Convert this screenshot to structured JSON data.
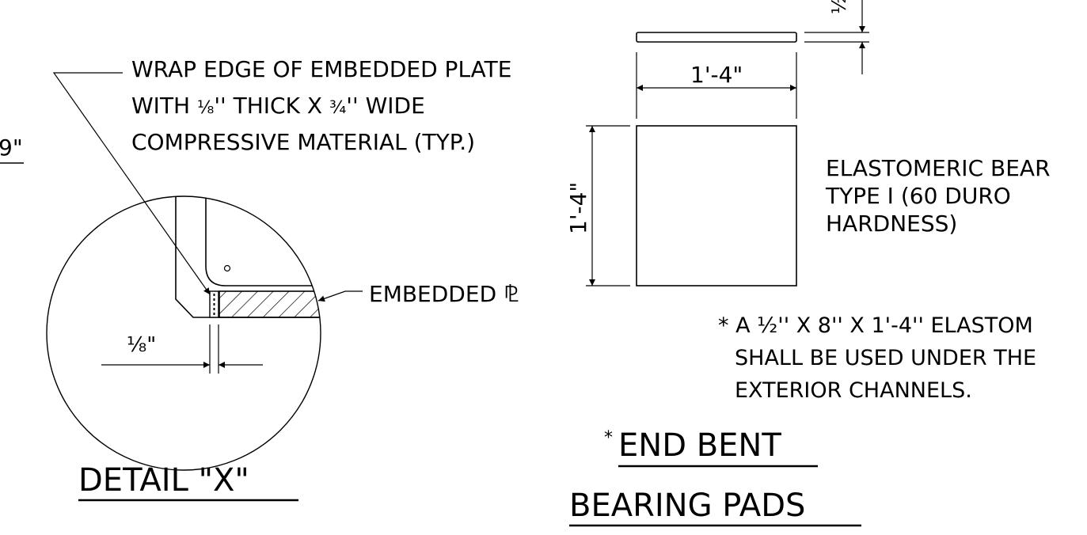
{
  "callout": {
    "line1": "WRAP EDGE OF EMBEDDED PLATE",
    "line2_pre": "WITH ",
    "line2_frac1": "⅛",
    "line2_mid": "'' THICK X ",
    "line2_frac2": "¾",
    "line2_post": "'' WIDE",
    "line3": "COMPRESSIVE MATERIAL (TYP.)"
  },
  "left_dim_partial": "9\"",
  "embedded_label": "EMBEDDED ⅊",
  "gap_dim": "⅛\"",
  "detail_title": "DETAIL  \"X\"",
  "pad_top_thickness_partial": "½",
  "pad_width_dim": "1'-4\"",
  "pad_height_dim": "1'-4\"",
  "bearing_spec": {
    "line1": "ELASTOMERIC BEAR",
    "line2": "TYPE I (60 DURO",
    "line3": "HARDNESS)"
  },
  "note": {
    "line1": "* A ½'' X 8'' X 1'-4'' ELASTOM",
    "line2": "SHALL BE USED UNDER THE",
    "line3": "EXTERIOR CHANNELS."
  },
  "title2": {
    "asterisk": "*",
    "line1": "END BENT",
    "line2": "BEARING PADS"
  }
}
